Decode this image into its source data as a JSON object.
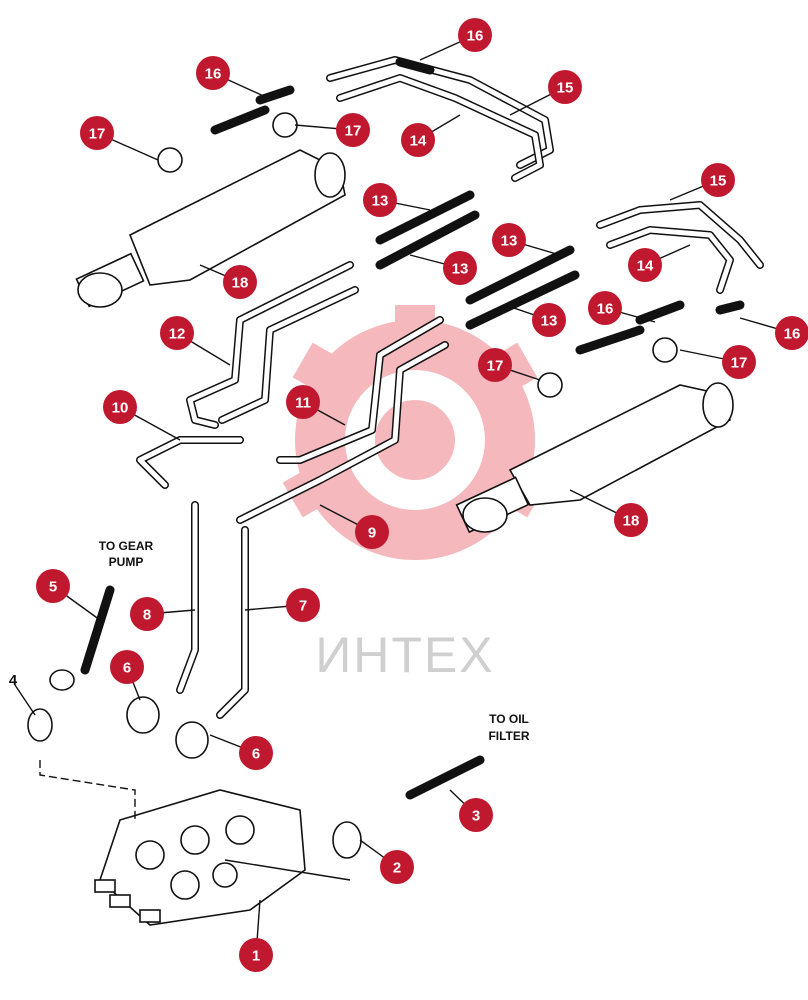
{
  "watermark": {
    "text": "ИНТЕХ",
    "color": "#e8646f"
  },
  "callout_color": "#c0182e",
  "labels": {
    "to_gear_pump_line1": "TO GEAR",
    "to_gear_pump_line2": "PUMP",
    "to_oil_filter_line1": "TO OIL",
    "to_oil_filter_line2": "FILTER",
    "item_4": "4"
  },
  "callouts": [
    "16",
    "16",
    "15",
    "17",
    "17",
    "14",
    "13",
    "13",
    "15",
    "13",
    "14",
    "18",
    "13",
    "16",
    "16",
    "12",
    "17",
    "17",
    "11",
    "10",
    "18",
    "9",
    "5",
    "8",
    "7",
    "6",
    "6",
    "3",
    "2",
    "1"
  ]
}
